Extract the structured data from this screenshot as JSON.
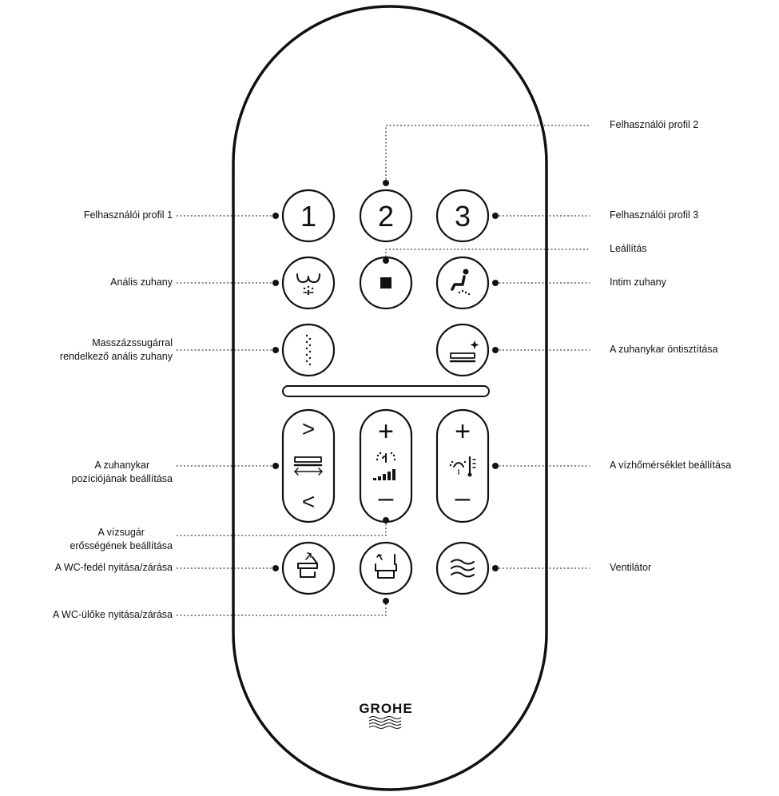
{
  "brand": {
    "logo_text": "GROHE"
  },
  "buttons": {
    "profile_1": "1",
    "profile_2": "2",
    "profile_3": "3",
    "position_up": ">",
    "position_down": "<",
    "pressure_plus": "+",
    "pressure_minus": "–",
    "temp_plus": "+",
    "temp_minus": "–"
  },
  "labels": {
    "profile_1": "Felhasználói profil 1",
    "profile_2": "Felhasználói profil 2",
    "profile_3": "Felhasználói profil 3",
    "stop": "Leállítás",
    "anal_shower": "Anális zuhany",
    "intimate_shower": "Intim zuhany",
    "massage_line1": "Masszázssugárral",
    "massage_line2": "rendelkező anális zuhany",
    "self_clean": "A zuhanykar öntisztítása",
    "arm_position_line1": "A zuhanykar",
    "arm_position_line2": "pozíciójának beállítása",
    "water_temp": "A vízhőmérséklet beállítása",
    "jet_strength_line1": "A vízsugár",
    "jet_strength_line2": "erősségének beállítása",
    "lid_open_close": "A WC-fedél nyitása/zárása",
    "fan": "Ventilátor",
    "seat_open_close": "A WC-ülőke nyitása/zárása"
  },
  "colors": {
    "ink": "#111111",
    "background": "#ffffff"
  }
}
